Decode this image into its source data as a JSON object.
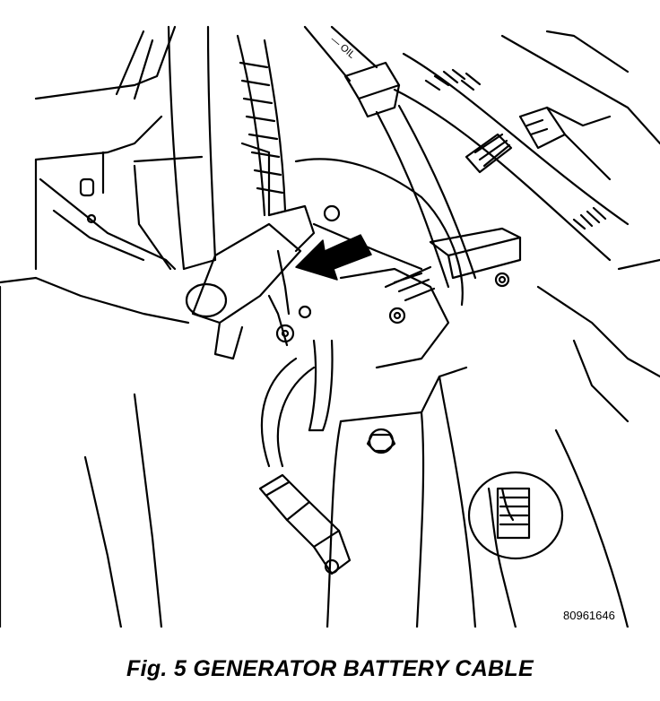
{
  "figure": {
    "reference_number": "80961646",
    "caption": "Fig. 5 GENERATOR BATTERY CABLE",
    "hose_label": "— OIL"
  }
}
